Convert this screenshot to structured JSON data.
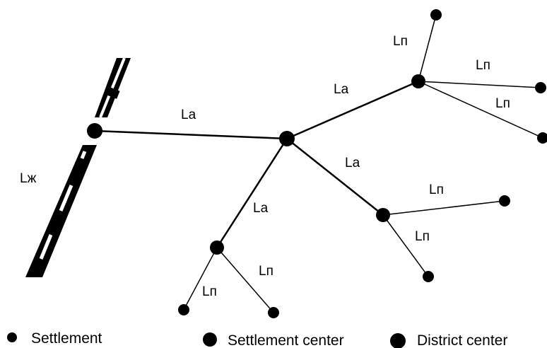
{
  "labels": {
    "rail": "Lж",
    "main_road": "La",
    "branch_road": "Lп"
  },
  "legend": {
    "settlement": "Settlement",
    "settlement_center": "Settlement center",
    "district_center": "District center"
  },
  "colors": {
    "ink": "#000000",
    "background": "#ffffff"
  }
}
